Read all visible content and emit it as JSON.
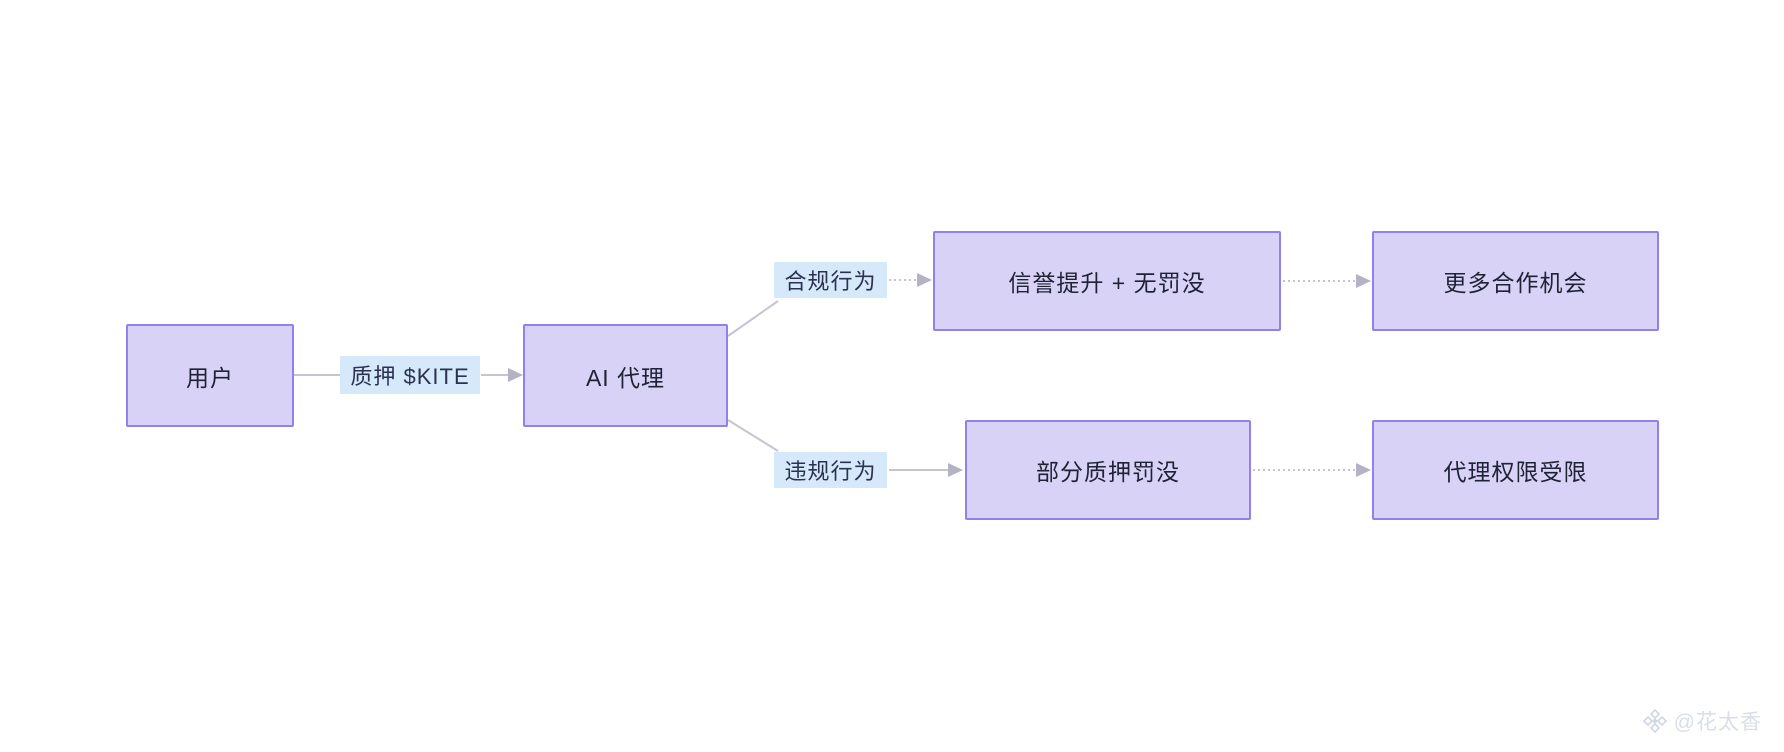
{
  "diagram": {
    "nodes": [
      {
        "id": "user",
        "label": "用户"
      },
      {
        "id": "agent",
        "label": "AI 代理"
      },
      {
        "id": "reward",
        "label": "信誉提升 + 无罚没"
      },
      {
        "id": "more",
        "label": "更多合作机会"
      },
      {
        "id": "slash",
        "label": "部分质押罚没"
      },
      {
        "id": "restrict",
        "label": "代理权限受限"
      }
    ],
    "edge_labels": [
      {
        "id": "stake",
        "label": "质押 $KITE"
      },
      {
        "id": "compliant",
        "label": "合规行为"
      },
      {
        "id": "violation",
        "label": "违规行为"
      }
    ],
    "edges": [
      {
        "from": "user",
        "to": "stake-label",
        "style": "solid"
      },
      {
        "from": "stake-label",
        "to": "agent",
        "style": "solid-arrow"
      },
      {
        "from": "agent",
        "to": "compliant-label",
        "style": "solid"
      },
      {
        "from": "compliant-label",
        "to": "reward",
        "style": "dotted-arrow"
      },
      {
        "from": "reward",
        "to": "more",
        "style": "dotted-arrow"
      },
      {
        "from": "agent",
        "to": "violation-label",
        "style": "solid"
      },
      {
        "from": "violation-label",
        "to": "slash",
        "style": "solid-arrow"
      },
      {
        "from": "slash",
        "to": "restrict",
        "style": "dotted-arrow"
      }
    ],
    "colors": {
      "node_fill": "#d8d2f7",
      "node_border": "#9080f0",
      "edge_label_bg": "#d5e9fb",
      "edge_line": "#c5c4d0",
      "arrowhead": "#b4b2c5",
      "text": "#1e2235",
      "watermark": "#d9dee9",
      "background": "#ffffff"
    }
  },
  "watermark": {
    "handle": "@花太香",
    "icon": "diamond-logo-icon"
  }
}
